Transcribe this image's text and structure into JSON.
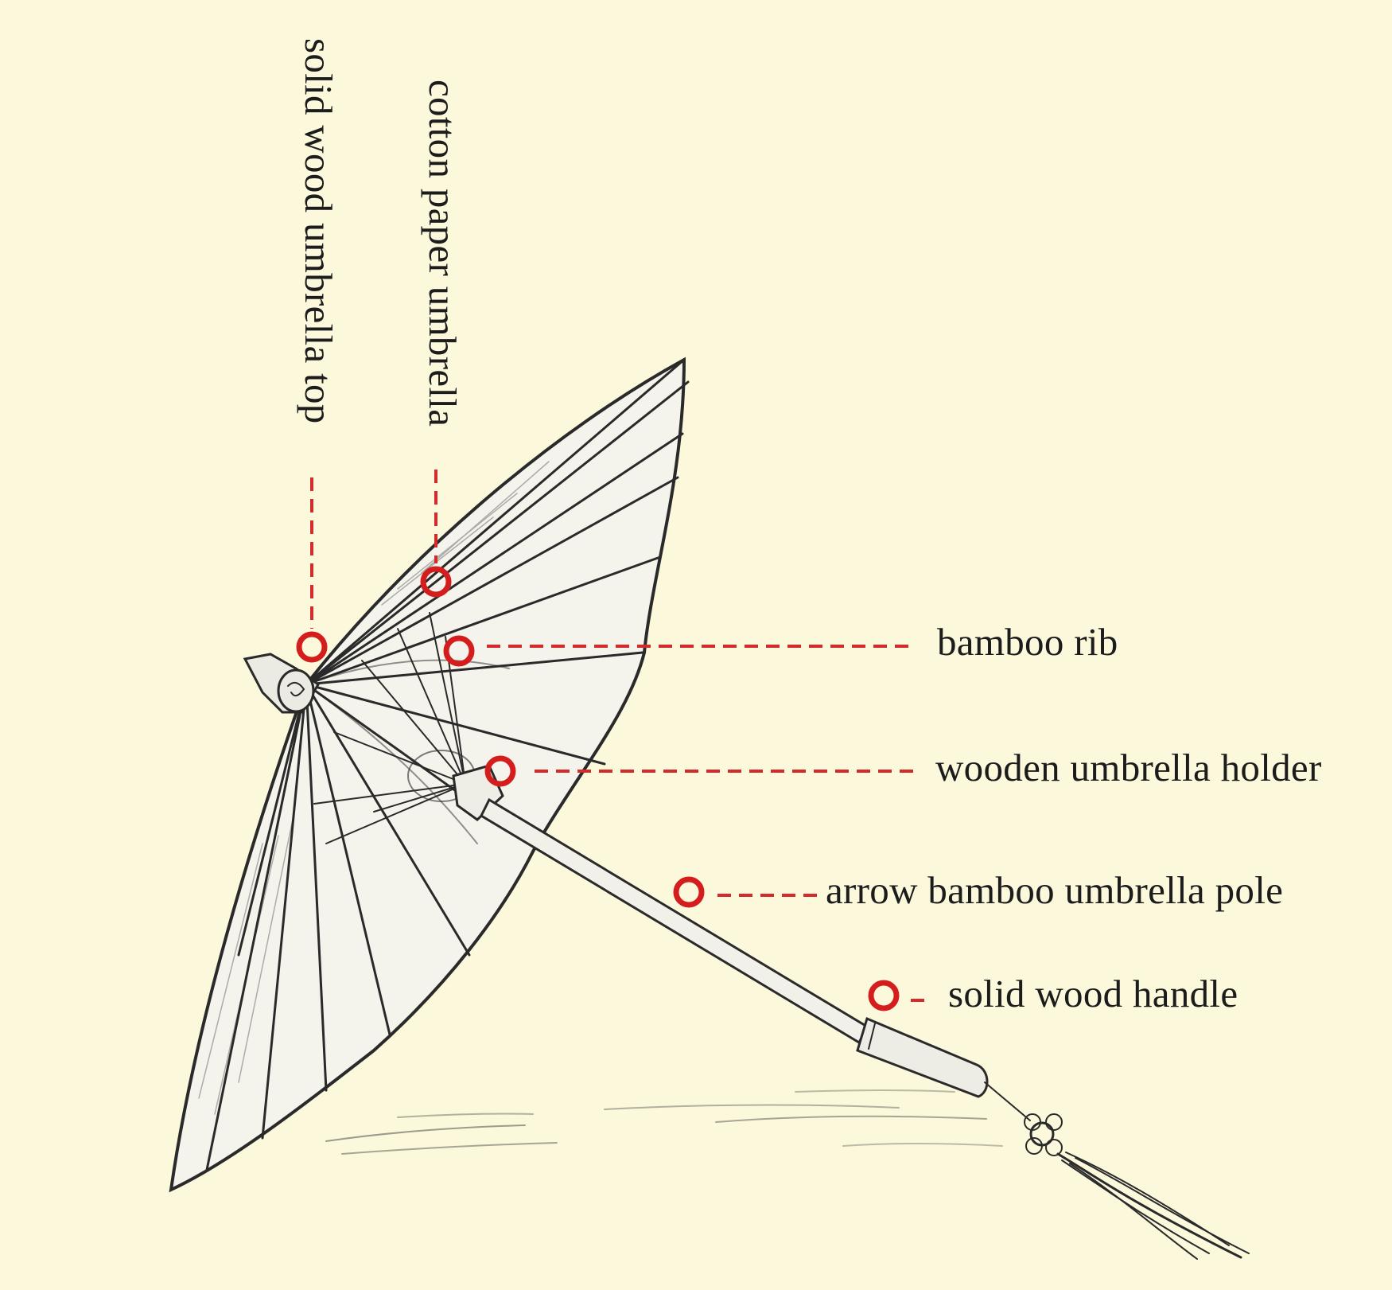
{
  "labels": {
    "top": "solid wood umbrella top",
    "paper": "cotton paper umbrella",
    "rib": "bamboo rib",
    "holder": "wooden umbrella holder",
    "pole": "arrow bamboo umbrella pole",
    "handle": "solid wood handle"
  },
  "colors": {
    "background": "#fbf8dc",
    "marker": "#d41e1e",
    "ink": "#2a2a2a"
  }
}
